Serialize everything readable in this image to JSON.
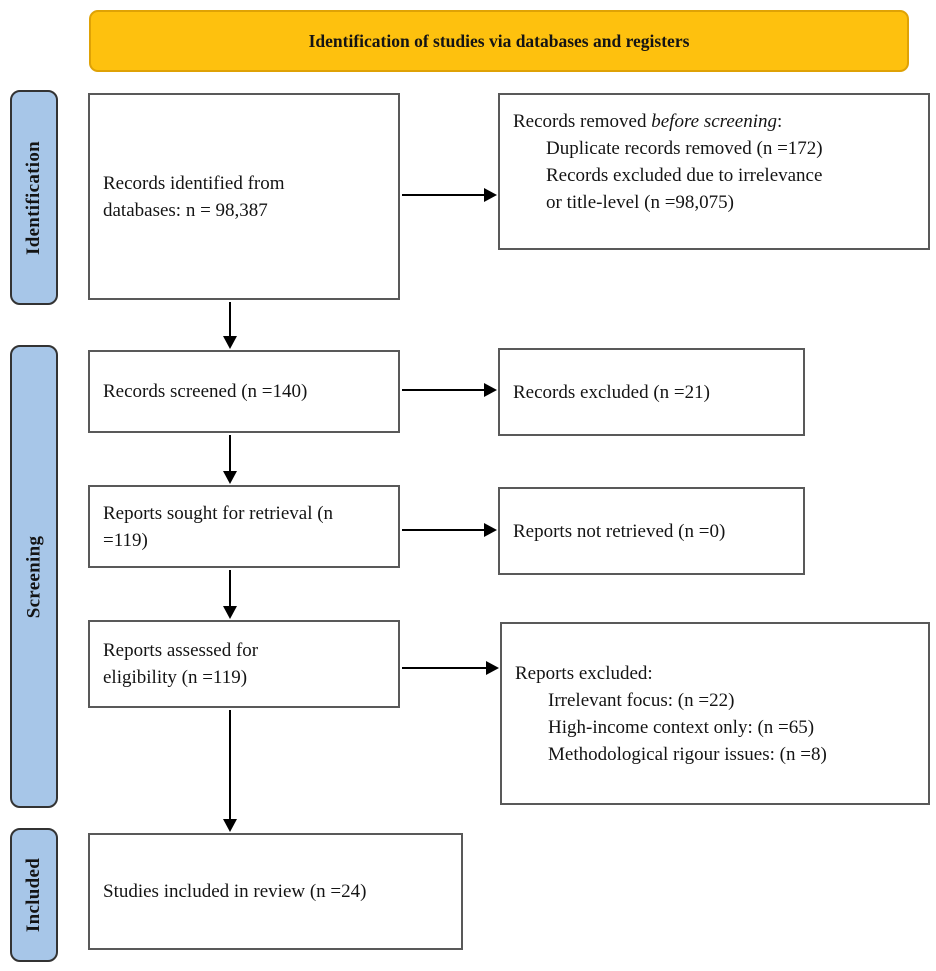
{
  "banner": {
    "title": "Identification of studies via databases and registers"
  },
  "stages": [
    {
      "id": "identification",
      "label": "Identification"
    },
    {
      "id": "screening",
      "label": "Screening"
    },
    {
      "id": "included",
      "label": "Included"
    }
  ],
  "flow": {
    "records_identified": {
      "lines": [
        "Records identified from",
        "databases: n = 98,387"
      ]
    },
    "records_removed": {
      "heading_prefix": "Records removed ",
      "heading_italic": "before screening",
      "heading_suffix": ":",
      "line1": "Duplicate records removed (n =172)",
      "line2": "Records excluded due to irrelevance",
      "line3": "or title-level (n =98,075)"
    },
    "records_screened": {
      "text": "Records screened (n =140)"
    },
    "records_excluded": {
      "text": "Records excluded (n =21)"
    },
    "reports_sought": {
      "lines": [
        "Reports sought for retrieval (n",
        "=119)"
      ]
    },
    "reports_not_retrieved": {
      "text": "Reports not retrieved (n =0)"
    },
    "reports_assessed": {
      "lines": [
        "Reports assessed for",
        "eligibility (n =119)"
      ]
    },
    "reports_excluded": {
      "heading": "Reports excluded:",
      "items": [
        "Irrelevant focus: (n =22)",
        "High-income context only: (n =65)",
        "Methodological rigour issues: (n =8)"
      ]
    },
    "studies_included": {
      "text": "Studies included in review (n =24)"
    }
  },
  "colors": {
    "banner_fill": "#FEC10E",
    "banner_border": "#DFA205",
    "stage_fill": "#A7C6E8",
    "stage_border": "#333333",
    "box_border": "#595959"
  }
}
